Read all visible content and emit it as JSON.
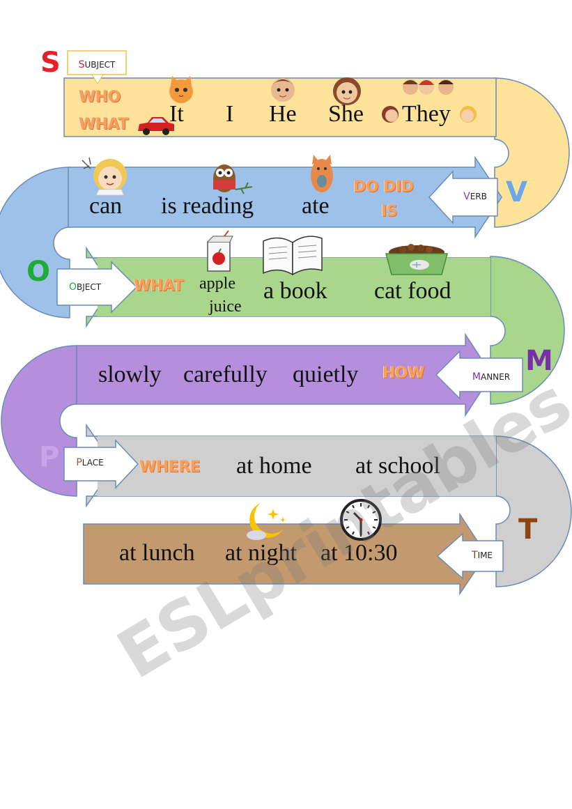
{
  "colors": {
    "subject_band": "#fde39a",
    "verb_band": "#9dc1e8",
    "object_band": "#a8d68a",
    "manner_band": "#b58fdc",
    "place_band": "#cfcfcf",
    "time_band": "#c39a70",
    "question_word": "#f4a060"
  },
  "rows": [
    {
      "letter": "S",
      "letter_color": "#e8202a",
      "label_first": "S",
      "label_rest": "UBJECT",
      "label_first_color": "#e8202a",
      "question_lines": [
        "WHO",
        "WHAT"
      ],
      "words": [
        "It",
        "I",
        "He",
        "She",
        "They"
      ],
      "icons": [
        "cat-icon",
        "boy-icon",
        "girl-icon",
        "children-icon",
        "car-icon"
      ]
    },
    {
      "letter": "V",
      "letter_color": "#6aa8e8",
      "label_first": "V",
      "label_rest": "ERB",
      "label_first_color": "#7a3fb0",
      "question_lines": [
        "DO DID",
        "IS"
      ],
      "words": [
        "can",
        "is reading",
        "ate"
      ],
      "icons": [
        "woman-icon",
        "reading-owl-icon",
        "eating-cat-icon"
      ]
    },
    {
      "letter": "O",
      "letter_color": "#1faa3a",
      "label_first": "O",
      "label_rest": "BJECT",
      "label_first_color": "#1faa3a",
      "question_lines": [
        "WHAT"
      ],
      "words": [
        "a book",
        "cat food"
      ],
      "small_word_lines": [
        "apple",
        "juice"
      ],
      "icons": [
        "juice-box-icon",
        "open-book-icon",
        "cat-food-bowl-icon"
      ]
    },
    {
      "letter": "M",
      "letter_color": "#7a2fa8",
      "label_first": "M",
      "label_rest": "ANNER",
      "label_first_color": "#7a2fa8",
      "question_lines": [
        "HOW"
      ],
      "words": [
        "slowly",
        "carefully",
        "quietly"
      ]
    },
    {
      "letter": "P",
      "letter_color": "#c9a4e8",
      "label_first": "P",
      "label_rest": "LACE",
      "label_first_color": "#a0522d",
      "question_lines": [
        "WHERE"
      ],
      "words": [
        "at home",
        "at school"
      ]
    },
    {
      "letter": "T",
      "letter_color": "#8b4513",
      "label_first": "T",
      "label_rest": "IME",
      "label_first_color": "#8b4513",
      "words": [
        "at lunch",
        "at night",
        "at 10:30"
      ],
      "icons": [
        "moon-icon",
        "clock-icon"
      ]
    }
  ],
  "watermark": "ESLprintables.com"
}
